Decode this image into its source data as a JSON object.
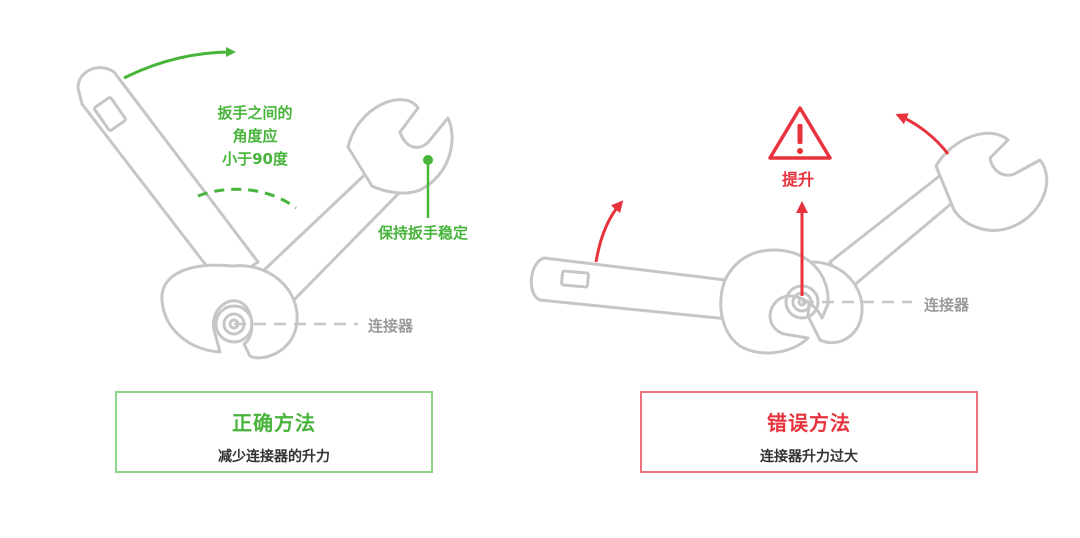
{
  "colors": {
    "correct": "#48b43c",
    "wrong": "#e8323c",
    "outline": "#c6c6c6",
    "connector_label": "#9a9a9a"
  },
  "correct": {
    "angle_note": [
      "扳手之间的",
      "角度应",
      "小于90度"
    ],
    "hold_note": "保持扳手稳定",
    "connector_label": "连接器",
    "box_title": "正确方法",
    "box_subtitle": "减少连接器的升力"
  },
  "wrong": {
    "lift_label": "提升",
    "warning_icon": "warning-triangle-icon",
    "connector_label": "连接器",
    "box_title": "错误方法",
    "box_subtitle": "连接器升力过大"
  }
}
